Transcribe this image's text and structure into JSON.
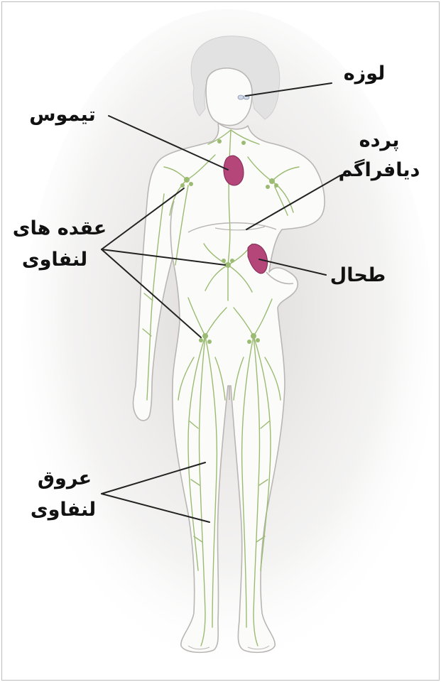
{
  "labels": {
    "tonsil": "لوزه",
    "thymus": "تیموس",
    "diaphragm_line1": "پرده",
    "diaphragm_line2": "دیافراگم",
    "nodes_line1": "عقده های",
    "nodes_line2": "لنفاوی",
    "spleen": "طحال",
    "vessels_line1": "عروق",
    "vessels_line2": "لنفاوی"
  },
  "colors": {
    "lymph": "#9bbb72",
    "organ": "#b5467a",
    "leader": "#222222",
    "body_fill": "#fbfbf9",
    "body_outline": "#b9b6b4",
    "hair": "#e0e0e0"
  }
}
